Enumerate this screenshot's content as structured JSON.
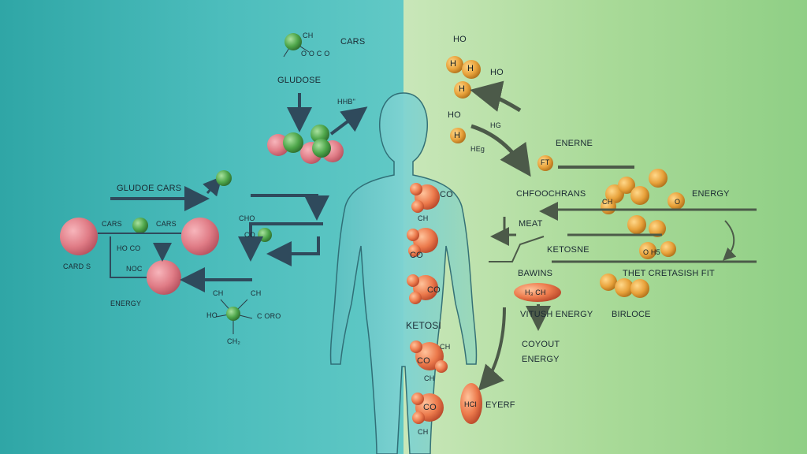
{
  "left": {
    "labels": {
      "ch_top": "CH",
      "cars_top": "CARS",
      "oco": "O O C O",
      "gludose": "GLUDOSE",
      "hhb": "HHB\"",
      "glucose_cars": "GLUDOE CARS",
      "cars_a": "CARS",
      "cars_b": "CARS",
      "card_s": "CARD S",
      "hoco": "HO CO",
      "noc": "NOC",
      "energy": "ENERGY",
      "cho": "CHO",
      "coc": "CO",
      "ch_bottom1": "CH",
      "ch_bottom2": "CH",
      "ho_bottom": "HO",
      "oro": "C ORO",
      "ch2": "CH₂"
    }
  },
  "right": {
    "labels": {
      "ho_top": "HO",
      "h1": "H",
      "h2": "H",
      "ho_mid": "HO",
      "h3": "H",
      "ho_left": "HO",
      "hg": "HG",
      "heg": "HEg",
      "h4": "H",
      "enerne": "ENERNE",
      "ft": "FT",
      "chfoochrans": "CHFOOCHRANS",
      "energy_right": "ENERGY",
      "ch_cluster": "CH",
      "o_cluster": "O",
      "meat": "MEAT",
      "ketosne": "KETOSNE",
      "ohs": "O H5",
      "bawins": "BAWINS",
      "h3ch": "H₃ CH",
      "thet": "THET CRETASISH FIT",
      "vitush": "VITUSH ENERGY",
      "birloce": "BIRLOCE",
      "coyout": "COYOUT",
      "energy_coyout": "ENERGY",
      "eyerf": "EYERF",
      "hci": "HCI"
    }
  },
  "body": {
    "labels": {
      "co1": "CO",
      "ch1": "CH",
      "co2": "CO",
      "co3": "CO",
      "ketosi": "KETOSI",
      "ch2": "CH",
      "co4": "CO",
      "ch3": "CH",
      "co5": "CO",
      "ch_foot": "CH"
    }
  },
  "colors": {
    "left_bg": "#3db3b1",
    "right_bg": "#a9da98",
    "body_fill": "#5ec2c4",
    "glucose_pink": "#e47b86",
    "molecule_green": "#4ea64a",
    "fat_orange": "#e8a23b",
    "ketone_red": "#e86a4b",
    "arrow_dark": "#2f4a5c"
  }
}
